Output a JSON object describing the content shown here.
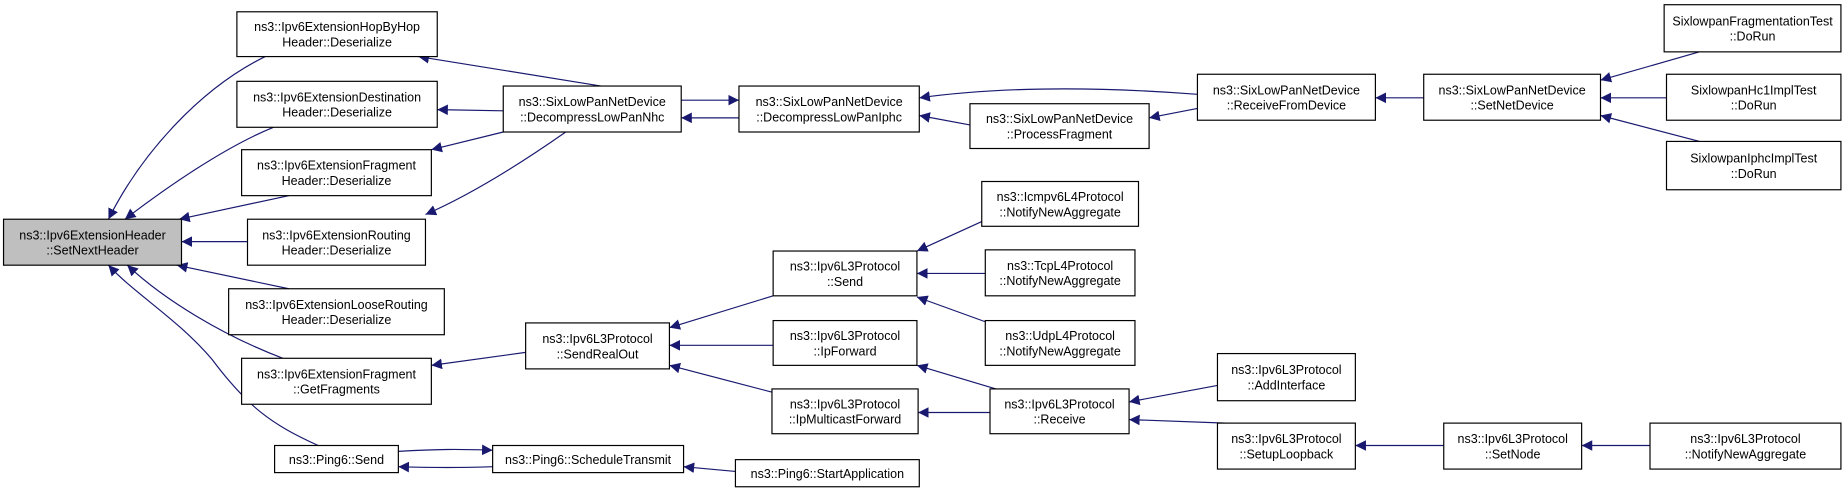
{
  "colors": {
    "edge": "#191970",
    "highlight_fill": "#bfbfbf",
    "node_fill": "#ffffff"
  },
  "nodes": [
    {
      "id": "setnextheader",
      "lines": [
        "ns3::Ipv6ExtensionHeader",
        "::SetNextHeader"
      ],
      "highlighted": true
    },
    {
      "id": "hopbyhop",
      "lines": [
        "ns3::Ipv6ExtensionHopByHop",
        "Header::Deserialize"
      ]
    },
    {
      "id": "destination",
      "lines": [
        "ns3::Ipv6ExtensionDestination",
        "Header::Deserialize"
      ]
    },
    {
      "id": "fragheader",
      "lines": [
        "ns3::Ipv6ExtensionFragment",
        "Header::Deserialize"
      ]
    },
    {
      "id": "routing",
      "lines": [
        "ns3::Ipv6ExtensionRouting",
        "Header::Deserialize"
      ]
    },
    {
      "id": "looserouting",
      "lines": [
        "ns3::Ipv6ExtensionLooseRouting",
        "Header::Deserialize"
      ]
    },
    {
      "id": "getfragments",
      "lines": [
        "ns3::Ipv6ExtensionFragment",
        "::GetFragments"
      ]
    },
    {
      "id": "ping6send",
      "lines": [
        "ns3::Ping6::Send"
      ]
    },
    {
      "id": "nhc",
      "lines": [
        "ns3::SixLowPanNetDevice",
        "::DecompressLowPanNhc"
      ]
    },
    {
      "id": "iphc",
      "lines": [
        "ns3::SixLowPanNetDevice",
        "::DecompressLowPanIphc"
      ]
    },
    {
      "id": "processfragment",
      "lines": [
        "ns3::SixLowPanNetDevice",
        "::ProcessFragment"
      ]
    },
    {
      "id": "receivefromdevice",
      "lines": [
        "ns3::SixLowPanNetDevice",
        "::ReceiveFromDevice"
      ]
    },
    {
      "id": "setnetdevice",
      "lines": [
        "ns3::SixLowPanNetDevice",
        "::SetNetDevice"
      ]
    },
    {
      "id": "fragtest",
      "lines": [
        "SixlowpanFragmentationTest",
        "::DoRun"
      ]
    },
    {
      "id": "hc1test",
      "lines": [
        "SixlowpanHc1ImplTest",
        "::DoRun"
      ]
    },
    {
      "id": "iphctest",
      "lines": [
        "SixlowpanIphcImplTest",
        "::DoRun"
      ]
    },
    {
      "id": "sendrealout",
      "lines": [
        "ns3::Ipv6L3Protocol",
        "::SendRealOut"
      ]
    },
    {
      "id": "l3send",
      "lines": [
        "ns3::Ipv6L3Protocol",
        "::Send"
      ]
    },
    {
      "id": "ipforward",
      "lines": [
        "ns3::Ipv6L3Protocol",
        "::IpForward"
      ]
    },
    {
      "id": "ipmulticast",
      "lines": [
        "ns3::Ipv6L3Protocol",
        "::IpMulticastForward"
      ]
    },
    {
      "id": "icmpv6",
      "lines": [
        "ns3::Icmpv6L4Protocol",
        "::NotifyNewAggregate"
      ]
    },
    {
      "id": "tcp",
      "lines": [
        "ns3::TcpL4Protocol",
        "::NotifyNewAggregate"
      ]
    },
    {
      "id": "udp",
      "lines": [
        "ns3::UdpL4Protocol",
        "::NotifyNewAggregate"
      ]
    },
    {
      "id": "receive",
      "lines": [
        "ns3::Ipv6L3Protocol",
        "::Receive"
      ]
    },
    {
      "id": "addinterface",
      "lines": [
        "ns3::Ipv6L3Protocol",
        "::AddInterface"
      ]
    },
    {
      "id": "setuploopback",
      "lines": [
        "ns3::Ipv6L3Protocol",
        "::SetupLoopback"
      ]
    },
    {
      "id": "setnode",
      "lines": [
        "ns3::Ipv6L3Protocol",
        "::SetNode"
      ]
    },
    {
      "id": "l3notify",
      "lines": [
        "ns3::Ipv6L3Protocol",
        "::NotifyNewAggregate"
      ]
    },
    {
      "id": "scheduletransmit",
      "lines": [
        "ns3::Ping6::ScheduleTransmit"
      ]
    },
    {
      "id": "startapplication",
      "lines": [
        "ns3::Ping6::StartApplication"
      ]
    }
  ],
  "edges": [
    {
      "from": "hopbyhop",
      "to": "setnextheader"
    },
    {
      "from": "destination",
      "to": "setnextheader"
    },
    {
      "from": "fragheader",
      "to": "setnextheader"
    },
    {
      "from": "routing",
      "to": "setnextheader"
    },
    {
      "from": "looserouting",
      "to": "setnextheader"
    },
    {
      "from": "getfragments",
      "to": "setnextheader"
    },
    {
      "from": "ping6send",
      "to": "setnextheader"
    },
    {
      "from": "nhc",
      "to": "hopbyhop"
    },
    {
      "from": "nhc",
      "to": "destination"
    },
    {
      "from": "nhc",
      "to": "fragheader"
    },
    {
      "from": "nhc",
      "to": "routing"
    },
    {
      "from": "iphc",
      "to": "nhc"
    },
    {
      "from": "nhc",
      "to": "iphc"
    },
    {
      "from": "receivefromdevice",
      "to": "iphc"
    },
    {
      "from": "processfragment",
      "to": "iphc"
    },
    {
      "from": "receivefromdevice",
      "to": "processfragment"
    },
    {
      "from": "setnetdevice",
      "to": "receivefromdevice"
    },
    {
      "from": "fragtest",
      "to": "setnetdevice"
    },
    {
      "from": "hc1test",
      "to": "setnetdevice"
    },
    {
      "from": "iphctest",
      "to": "setnetdevice"
    },
    {
      "from": "sendrealout",
      "to": "getfragments"
    },
    {
      "from": "l3send",
      "to": "sendrealout"
    },
    {
      "from": "ipforward",
      "to": "sendrealout"
    },
    {
      "from": "ipmulticast",
      "to": "sendrealout"
    },
    {
      "from": "icmpv6",
      "to": "l3send"
    },
    {
      "from": "tcp",
      "to": "l3send"
    },
    {
      "from": "udp",
      "to": "l3send"
    },
    {
      "from": "receive",
      "to": "ipforward"
    },
    {
      "from": "receive",
      "to": "ipmulticast"
    },
    {
      "from": "addinterface",
      "to": "receive"
    },
    {
      "from": "setuploopback",
      "to": "receive"
    },
    {
      "from": "setnode",
      "to": "setuploopback"
    },
    {
      "from": "l3notify",
      "to": "setnode"
    },
    {
      "from": "ping6send",
      "to": "scheduletransmit"
    },
    {
      "from": "scheduletransmit",
      "to": "ping6send"
    },
    {
      "from": "startapplication",
      "to": "scheduletransmit"
    }
  ]
}
